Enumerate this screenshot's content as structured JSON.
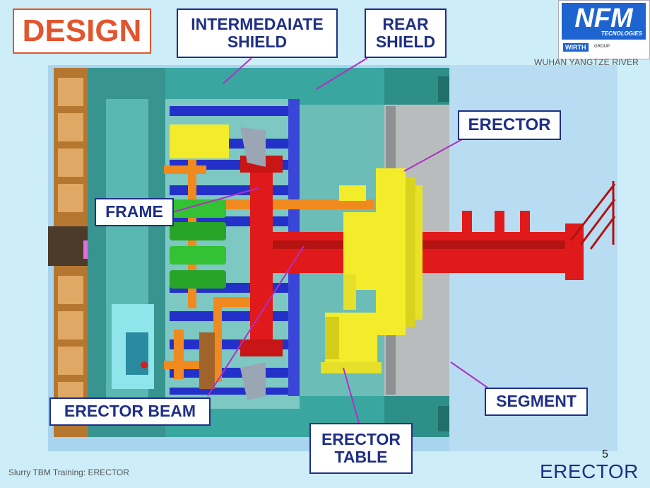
{
  "slide": {
    "title": "DESIGN",
    "logo": {
      "brand": "NFM",
      "sub": "TECNOLOGIES",
      "wirth": "WIRTH",
      "group": "GROUP"
    },
    "location": "WUHAN YANGTZE RIVER",
    "footer_left": "Slurry TBM Training: ERECTOR",
    "footer_right": "ERECTOR",
    "page_number": "5"
  },
  "callouts": {
    "intermediate_shield_1": "INTERMEDAIATE",
    "intermediate_shield_2": "SHIELD",
    "rear_shield_1": "REAR",
    "rear_shield_2": "SHIELD",
    "erector": "ERECTOR",
    "frame": "FRAME",
    "segment": "SEGMENT",
    "erector_beam": "ERECTOR BEAM",
    "erector_table_1": "ERECTOR",
    "erector_table_2": "TABLE"
  },
  "colors": {
    "background": "#cdeef8",
    "label_text": "#1f2f86",
    "title_text": "#e2552e",
    "callout_arrow": "#b02fc6",
    "erector_beam": "#e01a1a",
    "erector_yellow": "#f2ec2a",
    "frame_green": "#33c233",
    "shield_teal": "#3aa6a0",
    "hydraulics_blue": "#2431c9",
    "pipe_orange": "#f08a1e",
    "segment_grey": "#b9bcbd"
  }
}
